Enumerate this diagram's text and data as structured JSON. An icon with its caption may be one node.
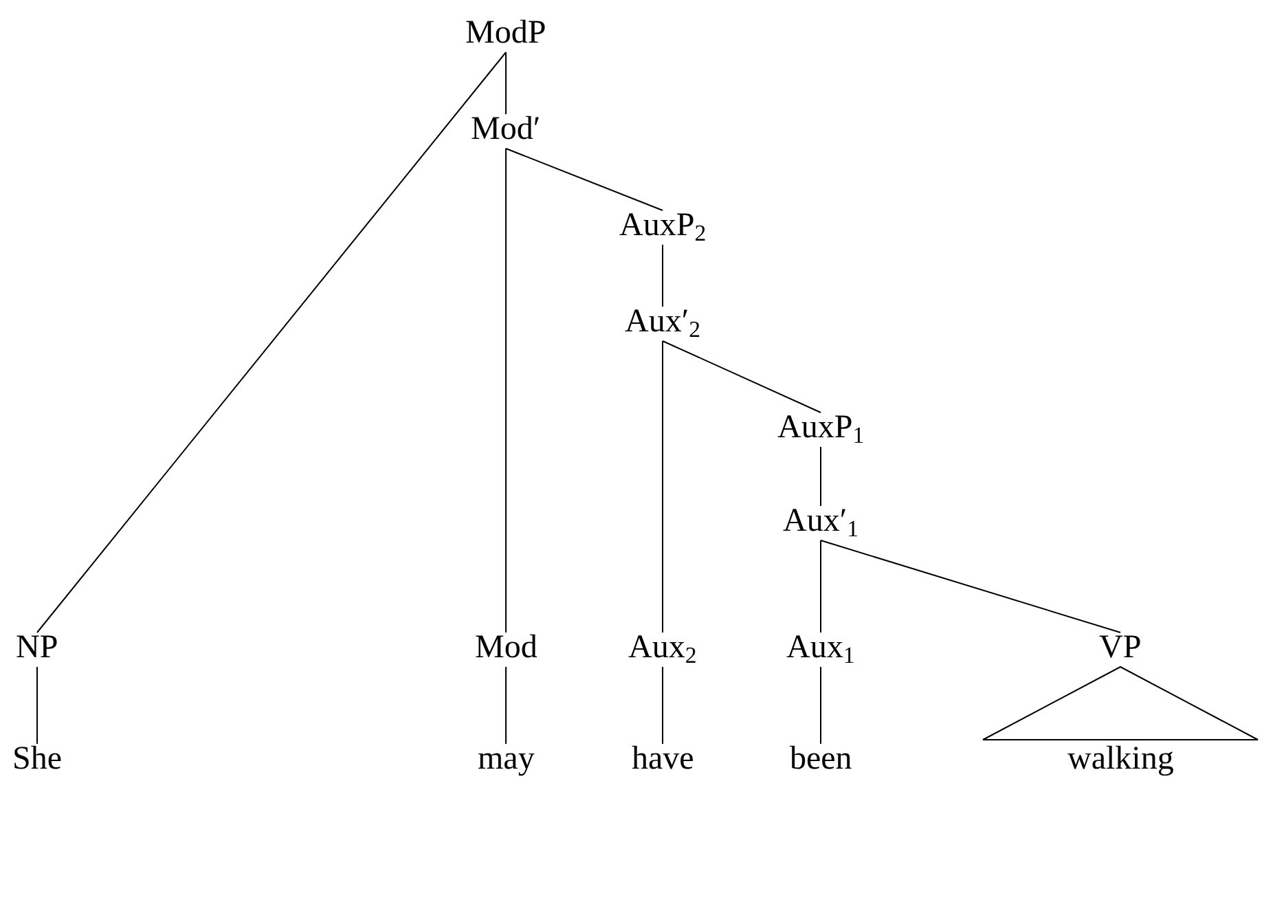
{
  "diagram": {
    "nodes": [
      {
        "text": [
          "ModP"
        ]
      },
      {
        "text": [
          "Mod′"
        ]
      },
      {
        "text": [
          "AuxP$_{2}$"
        ]
      },
      {
        "text": [
          "Aux′$_{2}$"
        ]
      },
      {
        "text": [
          "AuxP$_{1}$"
        ]
      },
      {
        "text": [
          "Aux′$_{1}$"
        ]
      },
      {
        "text": [
          "NP"
        ]
      },
      {
        "text": [
          "Mod"
        ]
      },
      {
        "text": [
          "Aux$_{2}$"
        ]
      },
      {
        "text": [
          "Aux$_{1}$"
        ]
      },
      {
        "text": [
          "VP"
        ]
      },
      {
        "text": [
          "She"
        ]
      },
      {
        "text": [
          "may"
        ]
      },
      {
        "text": [
          "have"
        ]
      },
      {
        "text": [
          "been"
        ]
      },
      {
        "text": [
          "walking"
        ]
      }
    ],
    "edges": [
      {
        "from": 0,
        "to": 1,
        "arrow": "none"
      },
      {
        "from": 0,
        "to": 6,
        "arrow": "none"
      },
      {
        "from": 1,
        "to": 7,
        "arrow": "none"
      },
      {
        "from": 1,
        "to": 2,
        "arrow": "none"
      },
      {
        "from": 2,
        "to": 3,
        "arrow": "none"
      },
      {
        "from": 3,
        "to": 8,
        "arrow": "none"
      },
      {
        "from": 3,
        "to": 4,
        "arrow": "none"
      },
      {
        "from": 4,
        "to": 5,
        "arrow": "none"
      },
      {
        "from": 5,
        "to": 9,
        "arrow": "none"
      },
      {
        "from": 5,
        "to": 10,
        "arrow": "none"
      },
      {
        "from": 6,
        "to": 11,
        "arrow": "none"
      },
      {
        "from": 7,
        "to": 12,
        "arrow": "none"
      },
      {
        "from": 8,
        "to": 13,
        "arrow": "none"
      },
      {
        "from": 9,
        "to": 14,
        "arrow": "none"
      },
      {
        "from": 10,
        "to": 15,
        "arrow": "none"
      }
    ]
  }
}
